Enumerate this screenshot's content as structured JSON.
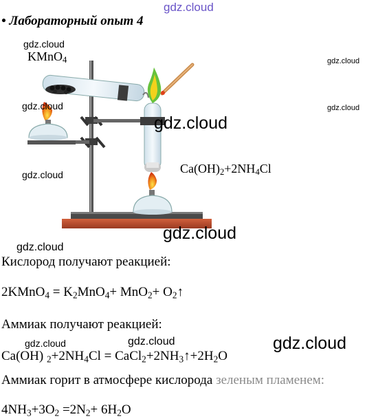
{
  "watermarks": {
    "top": "gdz.cloud",
    "fig_kmno4": "gdz.cloud",
    "fig_right_1": "gdz.cloud",
    "fig_left_2": "gdz.cloud",
    "fig_right_2": "gdz.cloud",
    "fig_center_big": "gdz.cloud",
    "fig_left_3": "gdz.cloud",
    "under_fig_big": "gdz.cloud",
    "under_fig_left": "gdz.cloud",
    "eq2_left": "gdz.cloud",
    "eq2_mid": "gdz.cloud",
    "eq2_right": "gdz.cloud"
  },
  "heading": "• Лабораторный опыт 4",
  "figure": {
    "label_kmno4": {
      "a": "KMnO",
      "b": "4"
    },
    "label_reagent": {
      "a": "Ca(OH)",
      "b": "2",
      "c": "+2NH",
      "d": "4",
      "e": "Cl"
    }
  },
  "text": {
    "p1": "Кислород получают реакцией:",
    "p2": "Аммиак получают реакцией:",
    "p3a": "Аммиак горит в атмосфере кислорода ",
    "p3b": "зеленым пламенем:"
  },
  "equations": {
    "eq1": {
      "t1": "2KMnO",
      "s1": "4",
      "t2": " = K",
      "s2": "2",
      "t3": "MnO",
      "s3": "4",
      "t4": "+ MnO",
      "s4": "2",
      "t5": "+ O",
      "s5": "2",
      "t6": "↑"
    },
    "eq2": {
      "t1": "Ca(OH) ",
      "s1": "2",
      "t2": "+2NH",
      "s2": "4",
      "t3": "Cl = CaCl",
      "s3": "2",
      "t4": "+2NH",
      "s4": "3",
      "t5": "↑+2H",
      "s5": "2",
      "t6": "O"
    },
    "eq3": {
      "t1": "4NH",
      "s1": "3",
      "t2": "+3O",
      "s2": "2",
      "t3": "  =2N",
      "s3": "2",
      "t4": "+ 6H",
      "s4": "2",
      "t5": "O"
    }
  }
}
